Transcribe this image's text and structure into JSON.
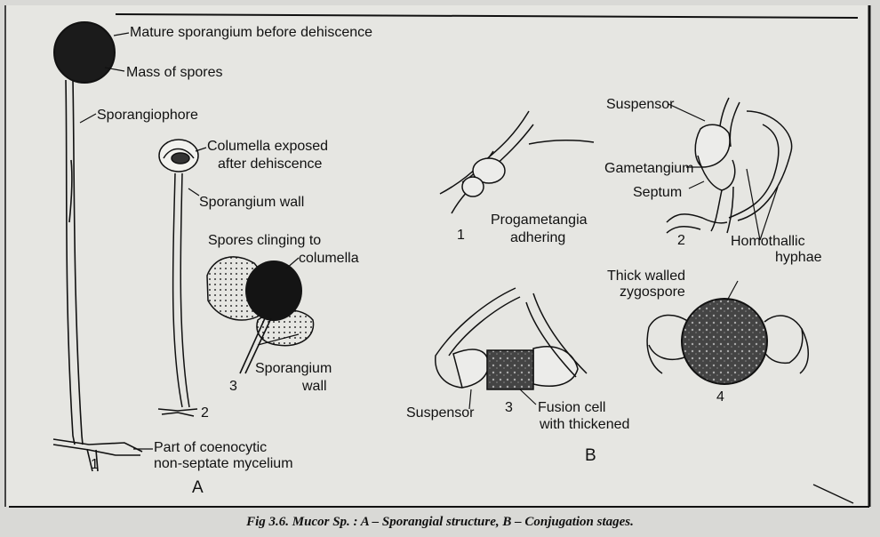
{
  "panel_a": {
    "title": "A",
    "fig1": {
      "mature_sporangium": "Mature sporangium before dehiscence",
      "mass_of_spores": "Mass of spores",
      "sporangiophore": "Sporangiophore",
      "mycelium_line1": "Part of coenocytic",
      "mycelium_line2": "non-septate mycelium",
      "number": "1"
    },
    "fig2": {
      "columella_line1": "Columella exposed",
      "columella_line2": "after dehiscence",
      "sporangium_wall": "Sporangium wall",
      "number": "2"
    },
    "fig3": {
      "spores_line1": "Spores clinging to",
      "spores_line2": "columella",
      "wall_line1": "Sporangium",
      "wall_line2": "wall",
      "number": "3"
    }
  },
  "panel_b": {
    "title": "B",
    "fig1": {
      "progametangia_line1": "Progametangia",
      "progametangia_line2": "adhering",
      "number": "1"
    },
    "fig2": {
      "suspensor": "Suspensor",
      "gametangium": "Gametangium",
      "septum": "Septum",
      "homothallic_line1": "Homothallic",
      "homothallic_line2": "hyphae",
      "number": "2"
    },
    "fig3": {
      "suspensor": "Suspensor",
      "fusion_line1": "Fusion cell",
      "fusion_line2": "with thickened",
      "number": "3"
    },
    "fig4": {
      "zygospore_line1": "Thick walled",
      "zygospore_line2": "zygospore",
      "number": "4"
    }
  },
  "caption": "Fig 3.6.  Mucor Sp. : A – Sporangial structure, B – Conjugation stages."
}
